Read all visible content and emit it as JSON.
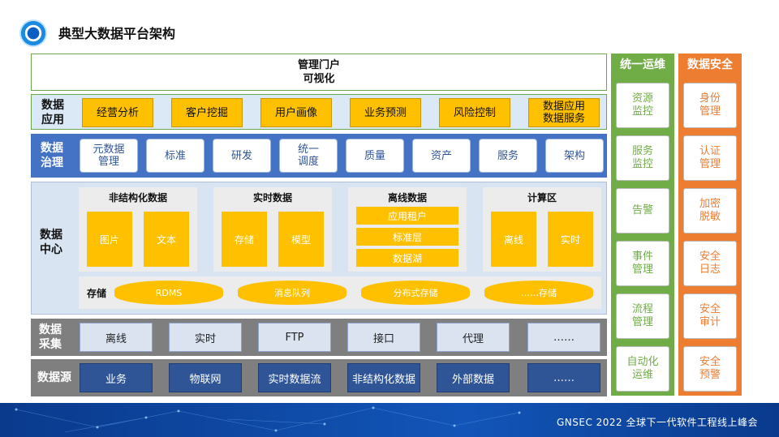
{
  "header": {
    "title": "典型大数据平台架构"
  },
  "portal": {
    "line1": "管理门户",
    "line2": "可视化"
  },
  "app": {
    "label1": "数据",
    "label2": "应用",
    "items": [
      "经营分析",
      "客户挖掘",
      "用户画像",
      "业务预测",
      "风险控制"
    ],
    "last1": "数据应用",
    "last2": "数据服务"
  },
  "gov": {
    "label1": "数据",
    "label2": "治理",
    "items": [
      [
        "元数据",
        "管理"
      ],
      [
        "标准",
        ""
      ],
      [
        "研发",
        ""
      ],
      [
        "统一",
        "调度"
      ],
      [
        "质量",
        ""
      ],
      [
        "资产",
        ""
      ],
      [
        "服务",
        ""
      ],
      [
        "架构",
        ""
      ]
    ]
  },
  "dc": {
    "label1": "数据",
    "label2": "中心",
    "cards": [
      {
        "title": "非结构化数据",
        "a": "图片",
        "b": "文本"
      },
      {
        "title": "实时数据",
        "a": "存储",
        "b": "模型"
      },
      {
        "title": "离线数据",
        "l1": "应用租户",
        "l2": "标准层",
        "l3": "数据湖"
      },
      {
        "title": "计算区",
        "a": "离线",
        "b": "实时"
      }
    ],
    "storage_label": "存储",
    "storage": [
      "RDMS",
      "消息队列",
      "分布式存储",
      "……存储"
    ]
  },
  "collect": {
    "label1": "数据",
    "label2": "采集",
    "items": [
      "离线",
      "实时",
      "FTP",
      "接口",
      "代理",
      "……"
    ]
  },
  "source": {
    "label": "数据源",
    "items": [
      "业务",
      "物联网",
      "实时数据流",
      "非结构化数据",
      "外部数据",
      "……"
    ]
  },
  "ops": {
    "title": "统一运维",
    "items": [
      [
        "资源",
        "监控"
      ],
      [
        "服务",
        "监控"
      ],
      [
        "告警",
        ""
      ],
      [
        "事件",
        "管理"
      ],
      [
        "流程",
        "管理"
      ],
      [
        "自动化",
        "运维"
      ]
    ]
  },
  "sec": {
    "title": "数据安全",
    "items": [
      [
        "身份",
        "管理"
      ],
      [
        "认证",
        "管理"
      ],
      [
        "加密",
        "脱敏"
      ],
      [
        "安全",
        "日志"
      ],
      [
        "安全",
        "审计"
      ],
      [
        "安全",
        "预警"
      ]
    ]
  },
  "footer": {
    "text": "GNSEC 2022 全球下一代软件工程线上峰会"
  },
  "colors": {
    "green": "#70ad47",
    "orange": "#ed7d31",
    "blue": "#4472c4",
    "gold": "#ffc000",
    "gray": "#7f7f7f"
  }
}
